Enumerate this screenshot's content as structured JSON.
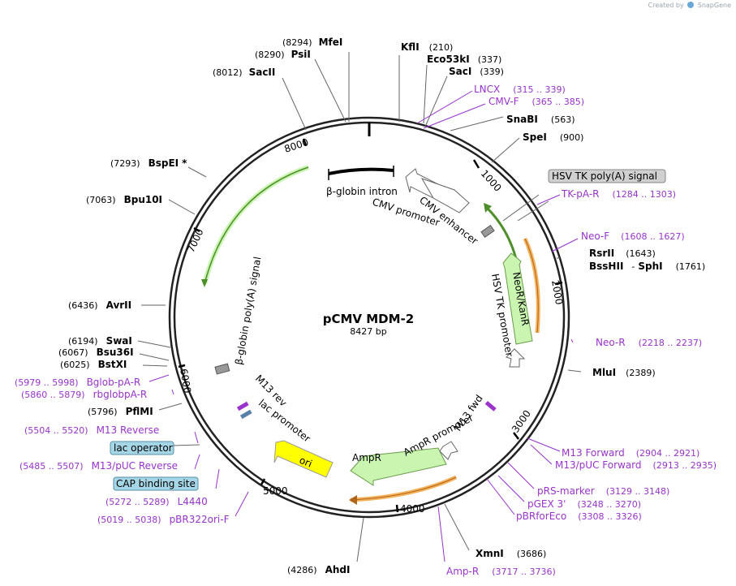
{
  "watermark": {
    "created_by": "Created by",
    "brand": "SnapGene"
  },
  "plasmid": {
    "name": "pCMV MDM-2",
    "size_label": "8427 bp",
    "length": 8427
  },
  "colors": {
    "backbone": "#222222",
    "primer": "#9933cc",
    "green_feature": "#c9f5b0",
    "orange_feature": "#f5b25a",
    "ori_yellow": "#ffff00",
    "box_gray": "#d0d0d0",
    "box_blue": "#a5d6e6"
  },
  "ticks": [
    "1000",
    "2000",
    "3000",
    "4000",
    "5000",
    "6000",
    "7000",
    "8000"
  ],
  "enzymes": [
    {
      "name": "MfeI",
      "pos": "(8294)"
    },
    {
      "name": "PsiI",
      "pos": "(8290)"
    },
    {
      "name": "SacII",
      "pos": "(8012)"
    },
    {
      "name": "KflI",
      "pos": "(210)"
    },
    {
      "name": "Eco53kI",
      "pos": "(337)"
    },
    {
      "name": "SacI",
      "pos": "(339)"
    },
    {
      "name": "SnaBI",
      "pos": "(563)"
    },
    {
      "name": "SpeI",
      "pos": "(900)"
    },
    {
      "name": "BspEI",
      "pos": "(7293)",
      "mark": "*"
    },
    {
      "name": "Bpu10I",
      "pos": "(7063)"
    },
    {
      "name": "RsrII",
      "pos": "(1643)"
    },
    {
      "name": "BssHII",
      "pos": "",
      "joiner": "-"
    },
    {
      "name": "SphI",
      "pos": "(1761)"
    },
    {
      "name": "AvrII",
      "pos": "(6436)"
    },
    {
      "name": "SwaI",
      "pos": "(6194)"
    },
    {
      "name": "Bsu36I",
      "pos": "(6067)"
    },
    {
      "name": "BstXI",
      "pos": "(6025)"
    },
    {
      "name": "MluI",
      "pos": "(2389)"
    },
    {
      "name": "PflMI",
      "pos": "(5796)"
    },
    {
      "name": "XmnI",
      "pos": "(3686)"
    },
    {
      "name": "AhdI",
      "pos": "(4286)"
    }
  ],
  "primers": [
    {
      "name": "LNCX",
      "pos": "(315 .. 339)"
    },
    {
      "name": "CMV-F",
      "pos": "(365 .. 385)"
    },
    {
      "name": "TK-pA-R",
      "pos": "(1284 .. 1303)"
    },
    {
      "name": "Neo-F",
      "pos": "(1608 .. 1627)"
    },
    {
      "name": "Neo-R",
      "pos": "(2218 .. 2237)"
    },
    {
      "name": "Bglob-pA-R",
      "pos": "(5979 .. 5998)"
    },
    {
      "name": "rbglobpA-R",
      "pos": "(5860 .. 5879)"
    },
    {
      "name": "M13 Reverse",
      "pos": "(5504 .. 5520)"
    },
    {
      "name": "M13/pUC Reverse",
      "pos": "(5485 .. 5507)"
    },
    {
      "name": "L4440",
      "pos": "(5272 .. 5289)"
    },
    {
      "name": "pBR322ori-F",
      "pos": "(5019 .. 5038)"
    },
    {
      "name": "M13 Forward",
      "pos": "(2904 .. 2921)"
    },
    {
      "name": "M13/pUC Forward",
      "pos": "(2913 .. 2935)"
    },
    {
      "name": "pRS-marker",
      "pos": "(3129 .. 3148)"
    },
    {
      "name": "pGEX 3'",
      "pos": "(3248 .. 3270)"
    },
    {
      "name": "pBRforEco",
      "pos": "(3308 .. 3326)"
    },
    {
      "name": "Amp-R",
      "pos": "(3717 .. 3736)"
    }
  ],
  "boxed_labels": [
    "HSV TK poly(A) signal",
    "lac operator",
    "CAP binding site"
  ],
  "features": {
    "bglobin_intron": "β-globin intron",
    "cmv_promoter": "CMV promoter",
    "cmv_enhancer": "CMV enhancer",
    "neor_kanr": "NeoR/KanR",
    "hsv_tk_promoter": "HSV TK promoter",
    "bglobin_polya": "β-globin poly(A) signal",
    "m13_rev": "M13 rev",
    "lac_promoter": "lac promoter",
    "m13_fwd": "M13 fwd",
    "ampr_promoter": "AmpR promoter",
    "ampr": "AmpR",
    "ori": "ori"
  }
}
